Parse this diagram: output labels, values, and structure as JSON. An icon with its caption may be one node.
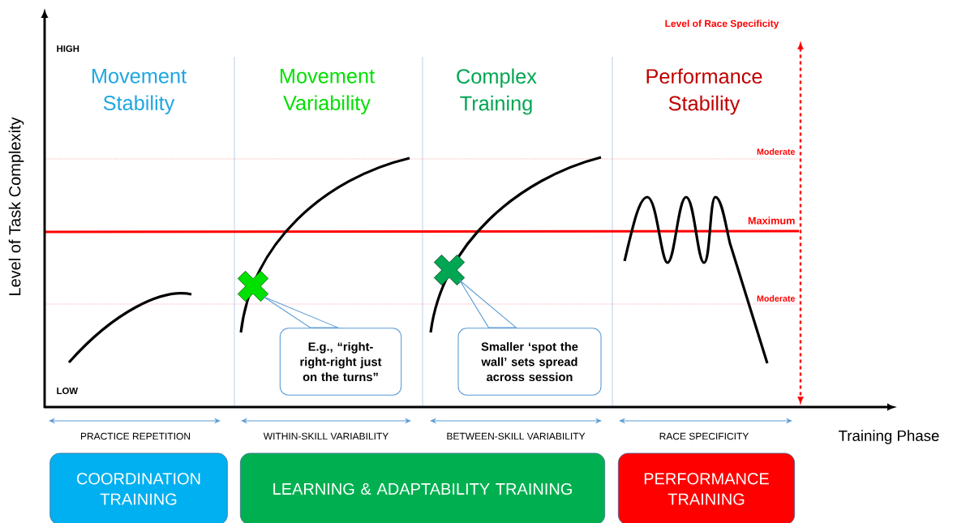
{
  "diagram": {
    "nodes": [
      {
        "text": [],
        "shape": "cross"
      },
      {
        "text": [
          "E.g., “right-right-right just on the turns”"
        ]
      },
      {
        "text": [],
        "shape": "cross"
      },
      {
        "text": [
          "Smaller ‘spot the wall’ sets spread across session"
        ]
      },
      {
        "text": [
          "COORDINATION TRAINING"
        ]
      },
      {
        "text": [
          "LEARNING & ADAPTABILITY TRAINING"
        ]
      },
      {
        "text": [
          "PERFORMANCE TRAINING"
        ]
      }
    ],
    "edges": [
      {
        "from": 1,
        "to": 0,
        "arrow": "none"
      },
      {
        "from": 3,
        "to": 2,
        "arrow": "none"
      }
    ],
    "labels": [
      "Level of Task Complexity",
      "HIGH",
      "Movement Stability",
      "Movement Variability",
      "Complex Training",
      "Performance Stability",
      "Level of Race Specificity",
      "Moderate",
      "Maximum",
      "Moderate",
      "LOW",
      "PRACTICE REPETITION",
      "WITHIN-SKILL VARIABILITY",
      "BETWEEN-SKILL VARIABILITY",
      "RACE SPECIFICITY",
      "Training Phase"
    ]
  }
}
